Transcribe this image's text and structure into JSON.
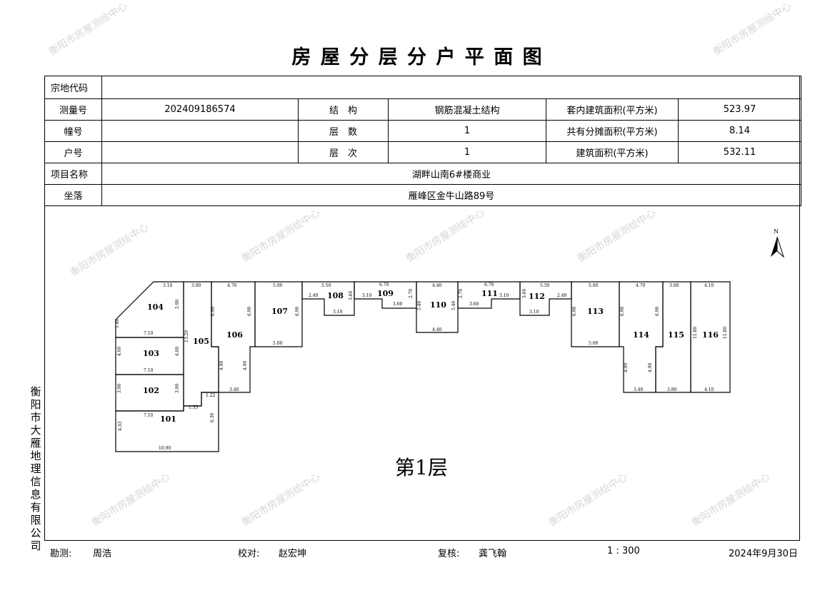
{
  "title": "房 屋 分 层 分 户 平 面 图",
  "watermark": "衡阳市房屋测绘中心",
  "side_text": "衡阳市大雁地理信息有限公司",
  "table": {
    "zongdi_label": "宗地代码",
    "zongdi_value": "",
    "survey_label": "测量号",
    "survey_value": "202409186574",
    "structure_label": "结　构",
    "structure_value": "钢筋混凝土结构",
    "inner_area_label": "套内建筑面积(平方米)",
    "inner_area_value": "523.97",
    "building_label": "幢号",
    "building_value": "",
    "floors_label": "层　数",
    "floors_value": "1",
    "shared_area_label": "共有分摊面积(平方米)",
    "shared_area_value": "8.14",
    "unit_label": "户号",
    "unit_value": "",
    "floor_label": "层　次",
    "floor_value": "1",
    "total_area_label": "建筑面积(平方米)",
    "total_area_value": "532.11",
    "project_label": "项目名称",
    "project_value": "湖畔山南6#楼商业",
    "location_label": "坐落",
    "location_value": "雁峰区金牛山路89号"
  },
  "plan": {
    "north": "N",
    "floor_caption": "第1层",
    "rooms": [
      "101",
      "102",
      "103",
      "104",
      "105",
      "106",
      "107",
      "108",
      "109",
      "110",
      "111",
      "112",
      "113",
      "114",
      "115",
      "116"
    ],
    "dims": [
      "3.10",
      "5.90",
      "1.40",
      "7.10",
      "4.00",
      "4.00",
      "7.10",
      "3.90",
      "3.90",
      "7.10",
      "4.33",
      "6.30",
      "10.90",
      "1.55",
      "1.22",
      "3.00",
      "13.20",
      "4.70",
      "6.90",
      "6.90",
      "4.90",
      "4.90",
      "3.40",
      "5.00",
      "6.90",
      "5.00",
      "5.50",
      "2.40",
      "3.10",
      "3.60",
      "6.70",
      "3.10",
      "3.60",
      "2.70",
      "4.40",
      "5.40",
      "5.40",
      "4.40",
      "6.70",
      "2.70",
      "3.60",
      "3.10",
      "5.50",
      "3.60",
      "2.40",
      "3.10",
      "5.00",
      "6.90",
      "5.00",
      "4.70",
      "6.90",
      "6.90",
      "4.90",
      "4.90",
      "3.40",
      "3.00",
      "3.80",
      "4.10",
      "11.80",
      "11.80",
      "4.10"
    ]
  },
  "footer": {
    "surveyor_label": "勘测:",
    "surveyor": "周浩",
    "checker_label": "校对:",
    "checker": "赵宏坤",
    "reviewer_label": "复核:",
    "reviewer": "龚飞翰",
    "scale": "1 : 300",
    "date": "2024年9月30日"
  }
}
